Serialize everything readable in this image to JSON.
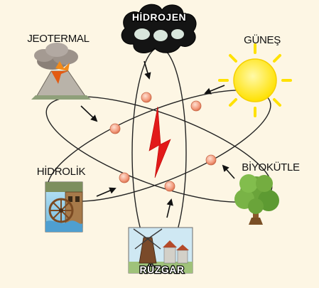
{
  "labels": {
    "hydrogen": "HİDROJEN",
    "geothermal": "JEOTERMAL",
    "solar": "GÜNEŞ",
    "hydro": "HİDROLİK",
    "biomass": "BİYOKÜTLE",
    "wind": "RÜZGAR"
  },
  "colors": {
    "background": "#fdf6e4",
    "orbit": "#222222",
    "electron": "#f4a58a",
    "bolt": "#e21a1a",
    "sun": "#ffe300",
    "cloud": "#1a1a1a"
  }
}
